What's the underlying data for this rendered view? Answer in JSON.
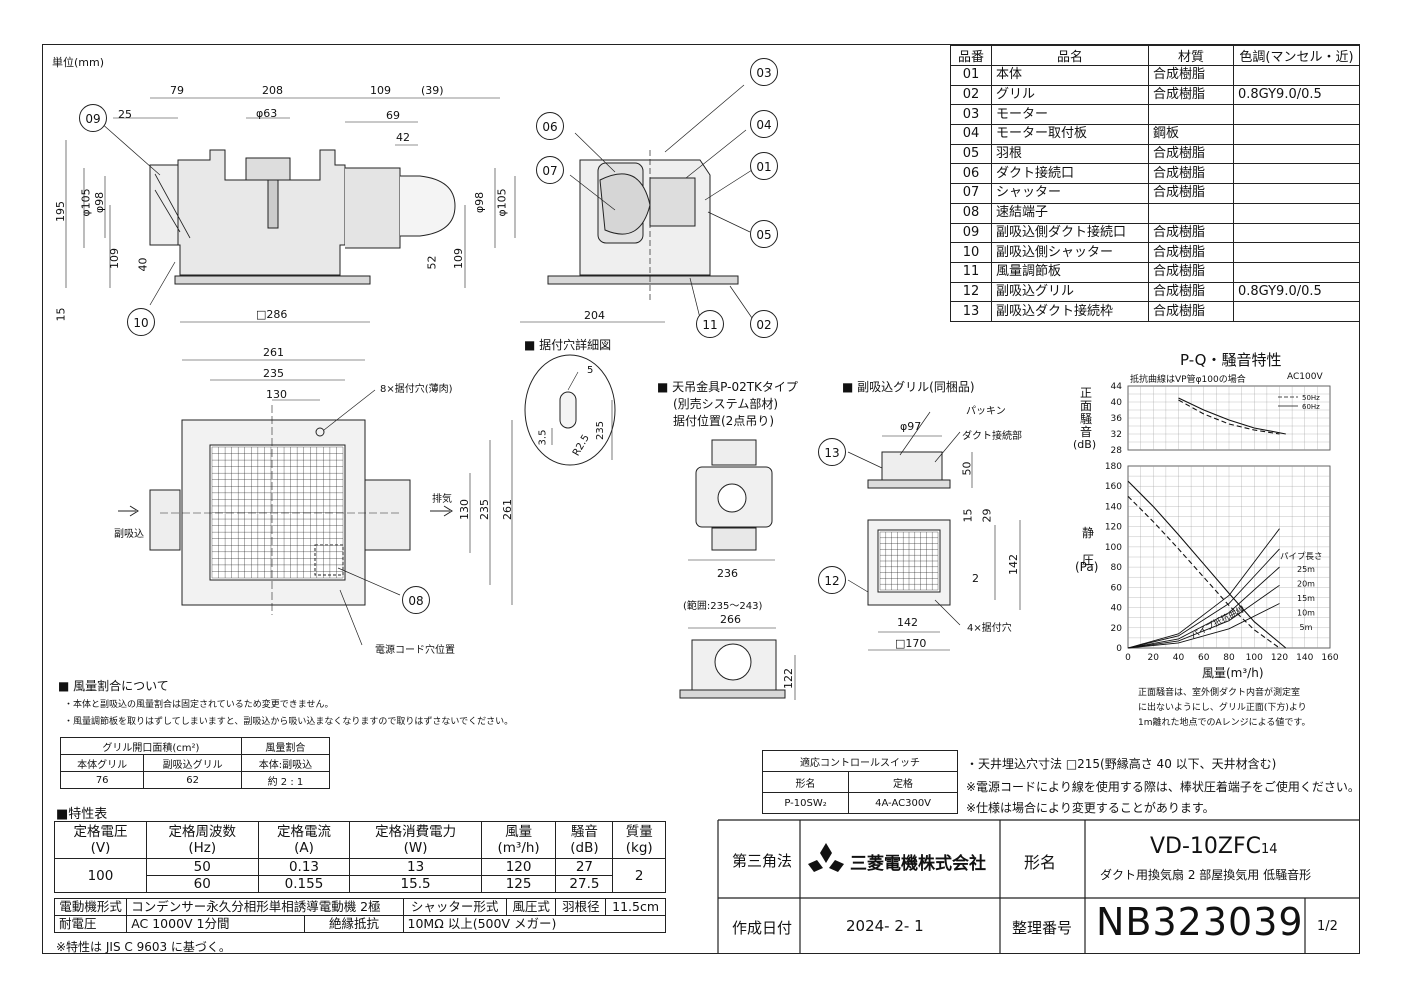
{
  "unit_label": "単位(mm)",
  "parts_table": {
    "headers": [
      "品番",
      "品名",
      "材質",
      "色調(マンセル・近)"
    ],
    "rows": [
      [
        "01",
        "本体",
        "合成樹脂",
        ""
      ],
      [
        "02",
        "グリル",
        "合成樹脂",
        "0.8GY9.0/0.5"
      ],
      [
        "03",
        "モーター",
        "",
        ""
      ],
      [
        "04",
        "モーター取付板",
        "鋼板",
        ""
      ],
      [
        "05",
        "羽根",
        "合成樹脂",
        ""
      ],
      [
        "06",
        "ダクト接続口",
        "合成樹脂",
        ""
      ],
      [
        "07",
        "シャッター",
        "合成樹脂",
        ""
      ],
      [
        "08",
        "速結端子",
        "",
        ""
      ],
      [
        "09",
        "副吸込側ダクト接続口",
        "合成樹脂",
        ""
      ],
      [
        "10",
        "副吸込側シャッター",
        "合成樹脂",
        ""
      ],
      [
        "11",
        "風量調節板",
        "合成樹脂",
        ""
      ],
      [
        "12",
        "副吸込グリル",
        "合成樹脂",
        "0.8GY9.0/0.5"
      ],
      [
        "13",
        "副吸込ダクト接続枠",
        "合成樹脂",
        ""
      ]
    ]
  },
  "front_view": {
    "dims": [
      "79",
      "208",
      "109",
      "(39)",
      "25",
      "φ63",
      "69",
      "42",
      "φ105",
      "φ98",
      "φ98",
      "φ105",
      "195",
      "109",
      "40",
      "52",
      "109",
      "15",
      "□286"
    ],
    "callouts": [
      "09",
      "10"
    ]
  },
  "side_view": {
    "dims": [
      "204"
    ],
    "callouts": [
      "03",
      "06",
      "04",
      "07",
      "01",
      "05",
      "11",
      "02"
    ]
  },
  "plan_view": {
    "dims": [
      "261",
      "235",
      "130",
      "130",
      "235",
      "261"
    ],
    "labels": {
      "holes": "8×据付穴(薄肉)",
      "exhaust": "排気",
      "sub_intake": "副吸込",
      "cord": "電源コード穴位置"
    },
    "callouts": [
      "08"
    ]
  },
  "hole_detail": {
    "title": "■ 据付穴詳細図",
    "dims": [
      "5",
      "3.5",
      "R2.5",
      "235"
    ]
  },
  "hanger": {
    "title": "■ 天吊金具P-02TKタイプ",
    "sub1": "(別売システム部材)",
    "sub2": "据付位置(2点吊り)",
    "dims": [
      "236",
      "(範囲:235〜243)",
      "266",
      "122"
    ]
  },
  "sub_grille": {
    "title": "■ 副吸込グリル(同梱品)",
    "labels": [
      "パッキン",
      "ダクト接続部",
      "4×据付穴"
    ],
    "dims": [
      "φ97",
      "50",
      "15",
      "29",
      "142",
      "2",
      "142",
      "□170"
    ],
    "callouts": [
      "13",
      "12"
    ]
  },
  "pq_chart": {
    "title": "P-Q・騒音特性",
    "note": "抵抗曲線はVP管φ100の場合",
    "voltage": "AC100V",
    "noise_ylabel_chars": [
      "正",
      "面",
      "騒",
      "音"
    ],
    "noise_unit": "(dB)",
    "noise_ticks": [
      "44",
      "40",
      "36",
      "32",
      "28"
    ],
    "pressure_ylabel_chars": [
      "静",
      "圧"
    ],
    "pressure_unit": "(Pa)",
    "pressure_ticks": [
      "180",
      "160",
      "140",
      "120",
      "100",
      "80",
      "60",
      "40",
      "20",
      "0"
    ],
    "x_ticks": [
      "0",
      "20",
      "40",
      "60",
      "80",
      "100",
      "120",
      "140",
      "160"
    ],
    "xlabel": "風量(m³/h)",
    "legend": [
      "50Hz",
      "60Hz"
    ],
    "pipe_label": "パイプ長さ",
    "pipe_lengths": [
      "25m",
      "20m",
      "15m",
      "10m",
      "5m"
    ],
    "resistance_label": "パイプ抵抗曲線",
    "footnote": [
      "正面騒音は、室外側ダクト内音が測定室",
      "に出ないようにし、グリル正面(下方)より",
      "1m離れた地点でのAレンジによる値です。"
    ]
  },
  "chart_data": {
    "type": "line",
    "title": "P-Q・騒音特性",
    "xlabel": "風量(m³/h)",
    "xlim": [
      0,
      160
    ],
    "ylim_pressure": [
      0,
      180
    ],
    "ylim_noise": [
      28,
      44
    ],
    "series": [
      {
        "name": "50Hz",
        "kind": "pressure",
        "x": [
          0,
          20,
          40,
          60,
          80,
          100,
          120
        ],
        "y": [
          150,
          125,
          98,
          70,
          42,
          18,
          0
        ]
      },
      {
        "name": "60Hz",
        "kind": "pressure",
        "x": [
          0,
          20,
          40,
          60,
          80,
          100,
          125
        ],
        "y": [
          165,
          140,
          112,
          83,
          54,
          26,
          0
        ]
      },
      {
        "name": "50Hz",
        "kind": "noise",
        "x": [
          40,
          60,
          80,
          100,
          120
        ],
        "y": [
          40.5,
          37,
          34.5,
          33,
          32
        ]
      },
      {
        "name": "60Hz",
        "kind": "noise",
        "x": [
          40,
          60,
          80,
          100,
          125
        ],
        "y": [
          41,
          38,
          35.5,
          33.5,
          32
        ]
      }
    ],
    "pipe_curves": [
      {
        "name": "25m",
        "x": [
          0,
          40,
          80,
          120
        ],
        "y": [
          0,
          14,
          52,
          118
        ]
      },
      {
        "name": "20m",
        "x": [
          0,
          40,
          80,
          120
        ],
        "y": [
          0,
          12,
          44,
          98
        ]
      },
      {
        "name": "15m",
        "x": [
          0,
          40,
          80,
          120
        ],
        "y": [
          0,
          9,
          35,
          80
        ]
      },
      {
        "name": "10m",
        "x": [
          0,
          40,
          80,
          120
        ],
        "y": [
          0,
          7,
          27,
          62
        ]
      },
      {
        "name": "5m",
        "x": [
          0,
          40,
          80,
          120
        ],
        "y": [
          0,
          5,
          19,
          44
        ]
      }
    ]
  },
  "airflow_section": {
    "title": "■ 風量割合について",
    "notes": [
      "・本体と副吸込の風量割合は固定されているため変更できません。",
      "・風量調節板を取りはずしてしまいますと、副吸込から吸い込まなくなりますので取りはずさないでください。"
    ],
    "table": {
      "h1": "グリル開口面積(cm²)",
      "h2": "風量割合",
      "sub": [
        "本体グリル",
        "副吸込グリル",
        "本体:副吸込"
      ],
      "vals": [
        "76",
        "62",
        "約 2 : 1"
      ]
    }
  },
  "specs": {
    "title": "■特性表",
    "headers": [
      [
        "定格電圧",
        "(V)"
      ],
      [
        "定格周波数",
        "(Hz)"
      ],
      [
        "定格電流",
        "(A)"
      ],
      [
        "定格消費電力",
        "(W)"
      ],
      [
        "風量",
        "(m³/h)"
      ],
      [
        "騒音",
        "(dB)"
      ],
      [
        "質量",
        "(kg)"
      ]
    ],
    "voltage": "100",
    "rows": [
      [
        "50",
        "0.13",
        "13",
        "120",
        "27"
      ],
      [
        "60",
        "0.155",
        "15.5",
        "125",
        "27.5"
      ]
    ],
    "mass": "2",
    "motor_label": "電動機形式",
    "motor": "コンデンサー永久分相形単相誘導電動機 2極",
    "shutter_label": "シャッター形式",
    "shutter": "風圧式",
    "blade_label": "羽根径",
    "blade": "11.5cm",
    "withstand_label": "耐電圧",
    "withstand": "AC 1000V 1分間",
    "insulation_label": "絶縁抵抗",
    "insulation": "10MΩ 以上(500V メガー)",
    "footnote": "※特性は JIS C 9603 に基づく。"
  },
  "switch_table": {
    "title": "適応コントロールスイッチ",
    "headers": [
      "形名",
      "定格"
    ],
    "row": [
      "P-10SW₂",
      "4A-AC300V"
    ]
  },
  "notes": [
    "・天井埋込穴寸法 □215(野縁高さ 40 以下、天井材含む)",
    "※電源コードにより線を使用する際は、棒状圧着端子をご使用ください。",
    "※仕様は場合により変更することがあります。"
  ],
  "title_block": {
    "projection": "第三角法",
    "company": "三菱電機株式会社",
    "model_label": "形名",
    "model": "VD-10ZFC",
    "model_suffix": "14",
    "description": "ダクト用換気扇 2 部屋換気用 低騒音形",
    "date_label": "作成日付",
    "date": "2024- 2- 1",
    "doc_label": "整理番号",
    "doc_no": "NB323039",
    "page": "1/2"
  }
}
